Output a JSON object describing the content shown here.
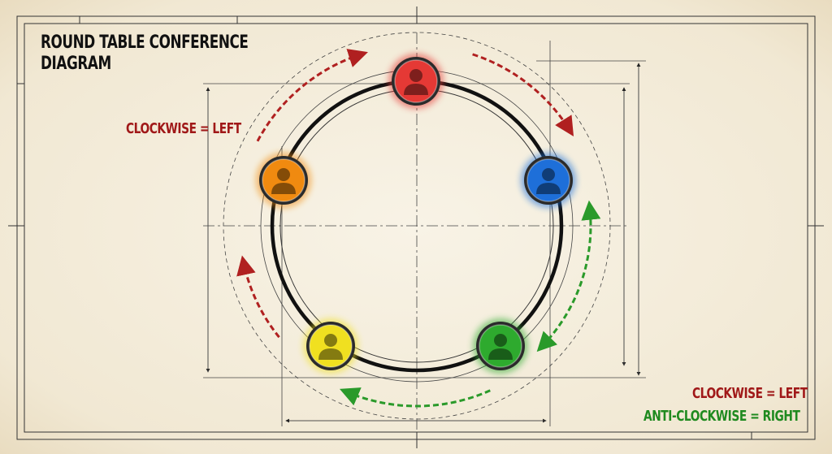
{
  "title_line1": "ROUND TABLE CONFERENCE",
  "title_line2": "DIAGRAM",
  "label_left": "CLOCKWISE = LEFT",
  "legend": {
    "clockwise": "CLOCKWISE = LEFT",
    "anticlockwise": "ANTI-CLOCKWISE = RIGHT"
  },
  "colors": {
    "clockwise": "#b02020",
    "anticlockwise": "#2a9a2a"
  },
  "participants": [
    {
      "color": "#e53935",
      "icon": "person-icon",
      "position": "top"
    },
    {
      "color": "#1e6fd9",
      "icon": "person-icon",
      "position": "right"
    },
    {
      "color": "#2eaa2e",
      "icon": "person-icon",
      "position": "bottom-right"
    },
    {
      "color": "#f0e020",
      "icon": "person-icon",
      "position": "bottom-left"
    },
    {
      "color": "#f08a10",
      "icon": "person-icon",
      "position": "left"
    }
  ]
}
